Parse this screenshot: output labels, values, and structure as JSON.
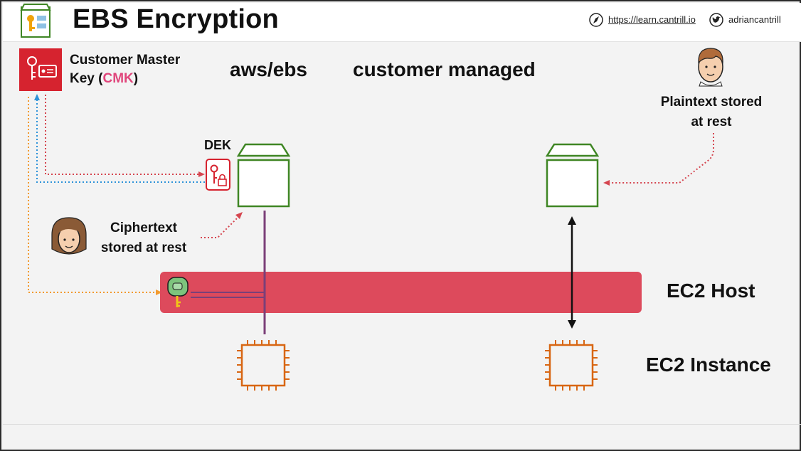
{
  "header": {
    "title": "EBS Encryption",
    "url": "https://learn.cantrill.io",
    "handle": "adriancantrill",
    "icons": [
      "compass-icon",
      "twitter-icon",
      "ebs-kms-logo-icon"
    ]
  },
  "labels": {
    "cmk_line1": "Customer Master",
    "cmk_line2_prefix": "Key (",
    "cmk_abbr": "CMK",
    "cmk_line2_suffix": ")",
    "aws_ebs": "aws/ebs",
    "customer_managed": "customer managed",
    "plaintext_line1": "Plaintext stored",
    "plaintext_line2": "at rest",
    "ciphertext_line1": "Ciphertext",
    "ciphertext_line2": "stored at rest",
    "dek": "DEK",
    "ec2_host": "EC2 Host",
    "ec2_instance": "EC2 Instance"
  },
  "colors": {
    "kms_red": "#d6232f",
    "ebs_green": "#3f8624",
    "ec2_orange": "#d86613",
    "host_red": "#dd4a5c",
    "purple_line": "#7b3f78",
    "dotted_red": "#d5454f",
    "dotted_blue": "#2e93d9",
    "dotted_orange": "#f29a2e",
    "cmk_pink": "#e0457b"
  }
}
